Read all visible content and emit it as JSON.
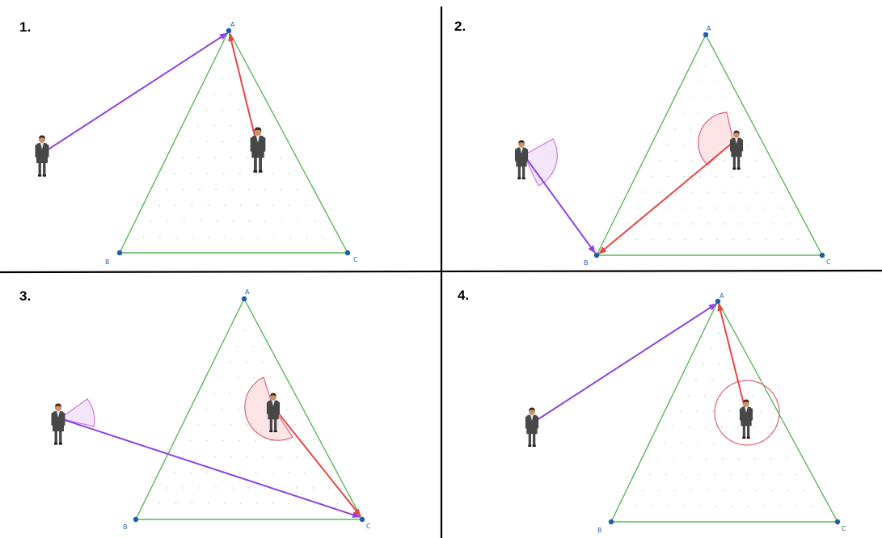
{
  "colors": {
    "background": "#ffffff",
    "divider": "#000000",
    "triangle": "#5cb85c",
    "vertex": "#1a5fa8",
    "vertex_label": "#3060b0",
    "grid_dot": "#c8c8c8",
    "arrow_purple": "#8d45e0",
    "arrow_red": "#e84545",
    "fov_purple_fill": "#f3e6fb",
    "fov_purple_stroke": "#c77ce8",
    "fov_red_fill": "#fde0e3",
    "fov_red_stroke": "#e0627a",
    "suit": "#474747",
    "shirt": "#e8e8e8",
    "skin": "#c8926a",
    "hair": "#3a2416"
  },
  "panels": [
    {
      "label": "1.",
      "vertex_labels": {
        "A": "A",
        "B": "B",
        "C": "C"
      },
      "observer_fov": "none",
      "subject_fov": "none",
      "arrow_targets": {
        "purple": "A",
        "red": "A"
      }
    },
    {
      "label": "2.",
      "vertex_labels": {
        "A": "A",
        "B": "B",
        "C": "C"
      },
      "observer_fov": "wedge",
      "subject_fov": "wedge",
      "arrow_targets": {
        "purple": "B",
        "red": "B"
      }
    },
    {
      "label": "3.",
      "vertex_labels": {
        "A": "A",
        "B": "B",
        "C": "C"
      },
      "observer_fov": "wedge",
      "subject_fov": "wedge",
      "arrow_targets": {
        "purple": "C",
        "red": "C"
      }
    },
    {
      "label": "4.",
      "vertex_labels": {
        "A": "A",
        "B": "B",
        "C": "C"
      },
      "observer_fov": "none",
      "subject_fov": "full-circle",
      "arrow_targets": {
        "purple": "A",
        "red": "A"
      }
    }
  ],
  "icons": {
    "observer": "standing-man-icon",
    "subject": "standing-man-icon",
    "vertex": "dot-icon"
  }
}
